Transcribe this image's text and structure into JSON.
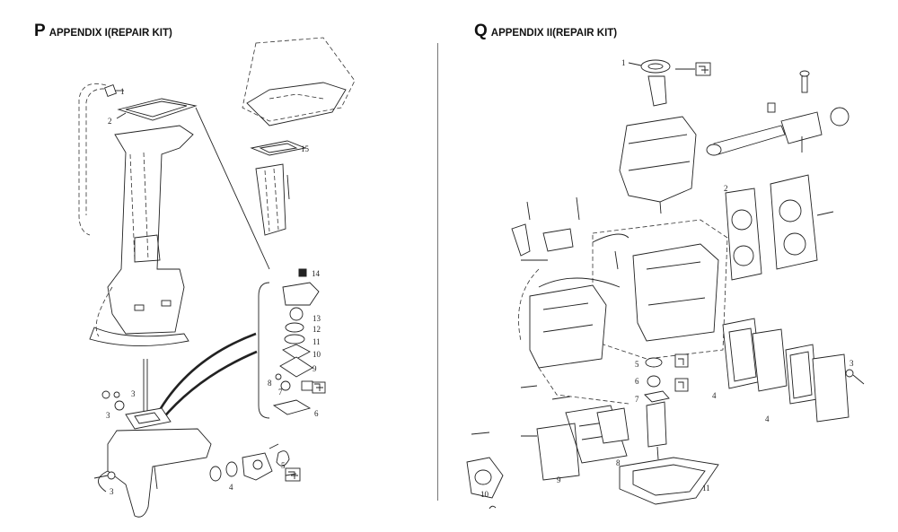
{
  "appendix_p": {
    "letter": "P",
    "title": "APPENDIX I(REPAIR KIT)",
    "callouts": [
      "1",
      "2",
      "15",
      "14",
      "13",
      "12",
      "11",
      "10",
      "9",
      "8",
      "7",
      "6",
      "3",
      "3",
      "3",
      "4",
      "5"
    ]
  },
  "appendix_q": {
    "letter": "Q",
    "title": "APPENDIX II(REPAIR KIT)",
    "callouts": [
      "1",
      "2",
      "3",
      "4",
      "4",
      "5",
      "6",
      "7",
      "8",
      "9",
      "10",
      "11"
    ]
  },
  "colors": {
    "ink": "#222222",
    "background": "#ffffff"
  }
}
